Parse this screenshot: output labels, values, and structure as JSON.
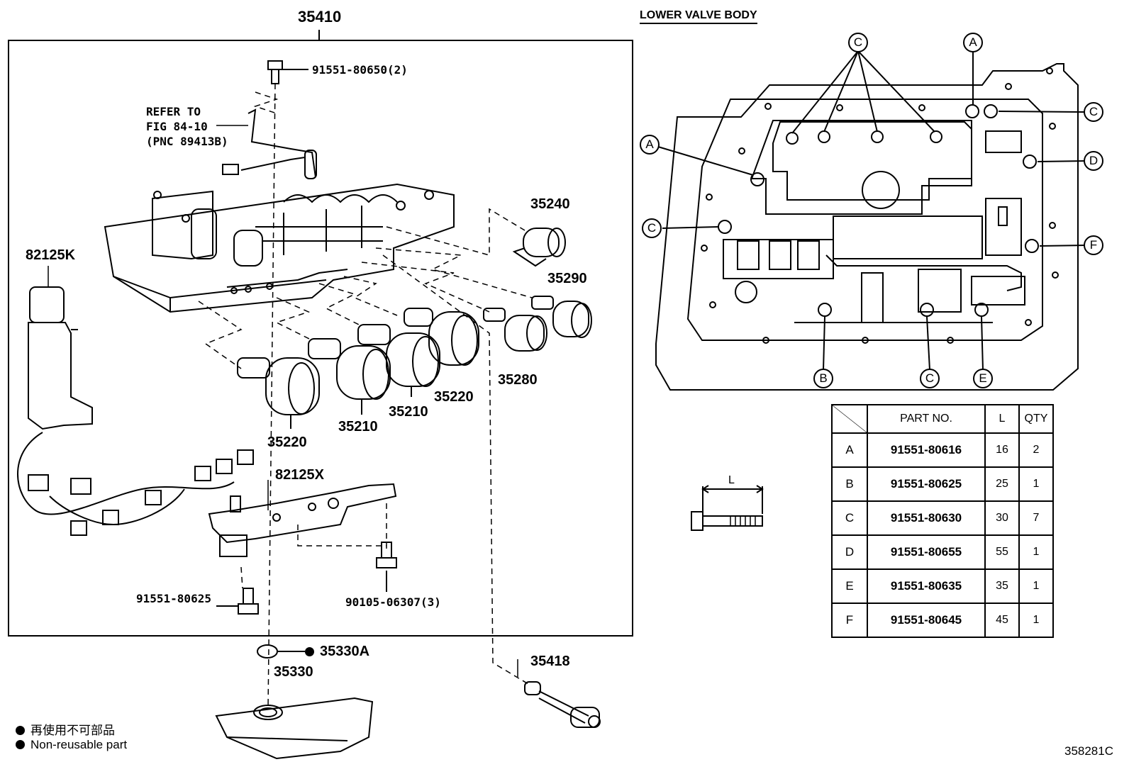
{
  "assembly": {
    "number": "35410"
  },
  "lower_valve_body": {
    "title": "LOWER VALVE BODY"
  },
  "refer": {
    "line1": "REFER TO",
    "line2": "FIG 84-10",
    "line3": "(PNC 89413B)"
  },
  "parts": {
    "bolt_top": "91551-80650(2)",
    "harness": "82125K",
    "sol_35240": "35240",
    "sol_35290": "35290",
    "sol_35280": "35280",
    "sol_35220a": "35220",
    "sol_35220b": "35220",
    "sol_35210a": "35210",
    "sol_35210b": "35210",
    "bracket": "82125X",
    "bolt_left": "91551-80625",
    "bolt_mid": "90105-06307(3)",
    "oring": "35330A",
    "strainer": "35330",
    "tube": "35418"
  },
  "callouts": {
    "a1": "A",
    "a2": "A",
    "b": "B",
    "c_top": "C",
    "c_left": "C",
    "c_right": "C",
    "c_bottom": "C",
    "d": "D",
    "e": "E",
    "f": "F"
  },
  "bolt_dim": {
    "label": "L"
  },
  "table": {
    "headers": [
      "PART NO.",
      "L",
      "QTY"
    ],
    "rows": [
      {
        "key": "A",
        "part": "91551-80616",
        "l": "16",
        "qty": "2"
      },
      {
        "key": "B",
        "part": "91551-80625",
        "l": "25",
        "qty": "1"
      },
      {
        "key": "C",
        "part": "91551-80630",
        "l": "30",
        "qty": "7"
      },
      {
        "key": "D",
        "part": "91551-80655",
        "l": "55",
        "qty": "1"
      },
      {
        "key": "E",
        "part": "91551-80635",
        "l": "35",
        "qty": "1"
      },
      {
        "key": "F",
        "part": "91551-80645",
        "l": "45",
        "qty": "1"
      }
    ]
  },
  "legend": {
    "jp": "再使用不可部品",
    "en": "Non-reusable part"
  },
  "figure_id": "358281C"
}
